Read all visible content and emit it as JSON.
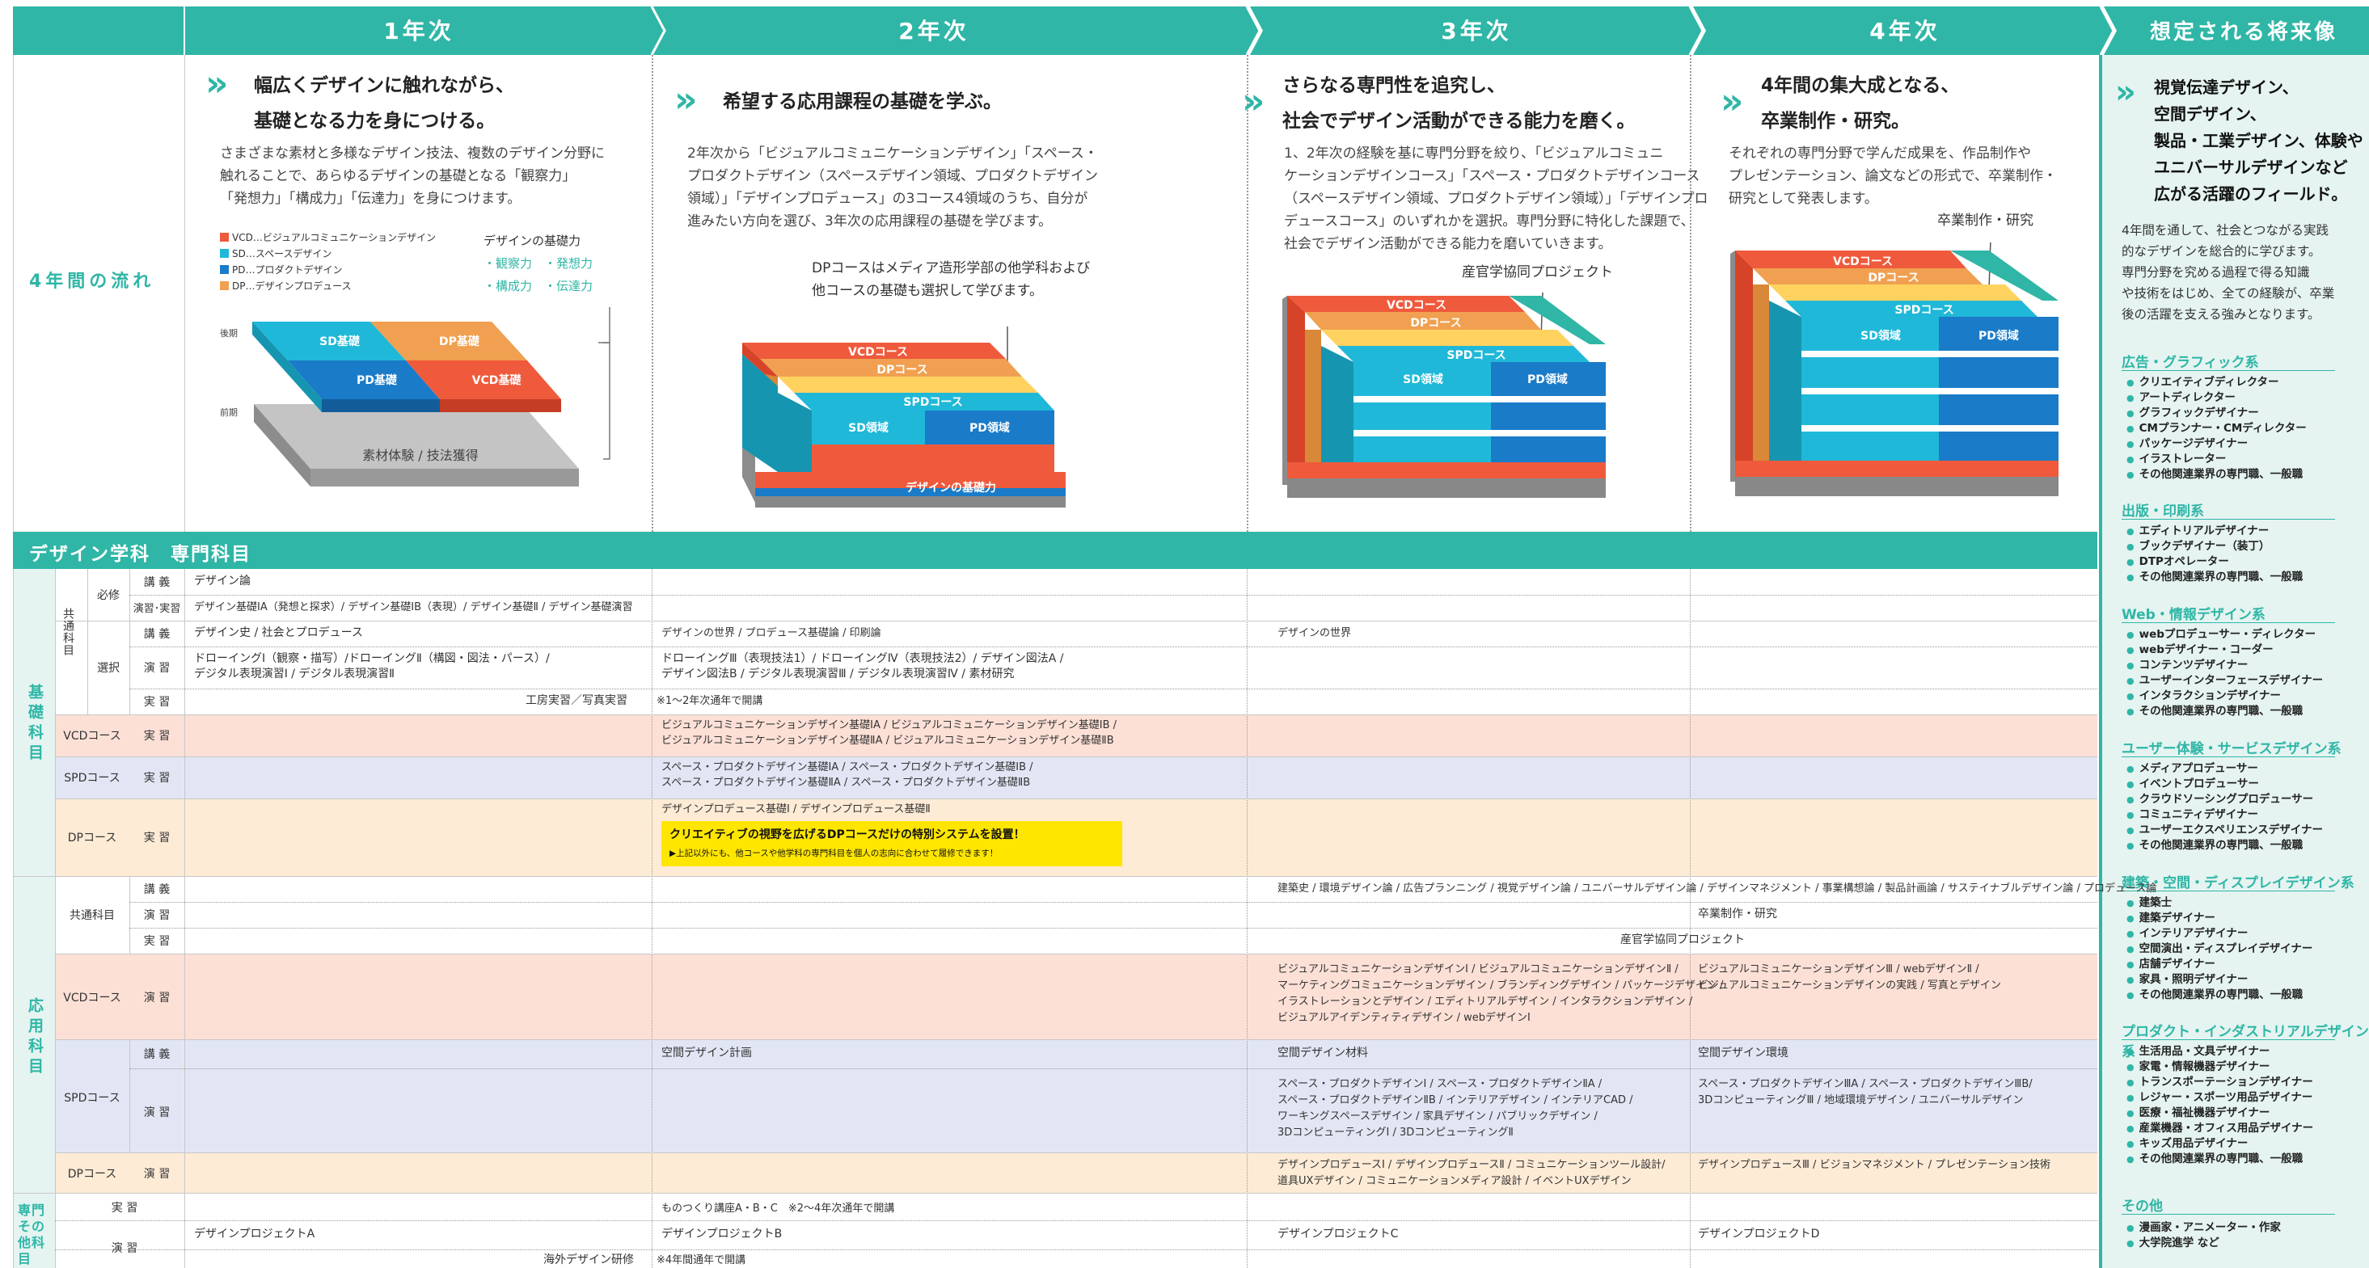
{
  "header": {
    "years": [
      "1年次",
      "2年次",
      "3年次",
      "4年次"
    ],
    "future": "想定される将来像"
  },
  "flow_title": "4年間の流れ",
  "y1": {
    "title1": "幅広くデザインに触れながら、",
    "title2": "基礎となる力を身につける。",
    "text": [
      "さまざまな素材と多様なデザイン技法、複数のデザイン分野に",
      "触れることで、あらゆるデザインの基礎となる「観察力」",
      "「発想力」「構成力」「伝達力」を身につけます。"
    ],
    "legend": [
      "VCD…ビジュアルコミュニケーションデザイン",
      "SD…スペースデザイン",
      "PD…プロダクトデザイン",
      "DP…デザインプロデュース"
    ],
    "basics_title": "デザインの基礎力",
    "basics_r1": "・観察力　・発想力",
    "basics_r2": "・構成力　・伝達力",
    "late": "後期",
    "early": "前期",
    "blocks": [
      "SD基礎",
      "DP基礎",
      "PD基礎",
      "VCD基礎"
    ],
    "base": "素材体験 / 技法獲得"
  },
  "y2": {
    "title": "希望する応用課程の基礎を学ぶ。",
    "text": [
      "2年次から「ビジュアルコミュニケーションデザイン」「スペース・",
      "プロダクトデザイン（スペースデザイン領域、プロダクトデザイン",
      "領域）」「デザインプロデュース」の3コース4領域のうち、自分が",
      "進みたい方向を選び、3年次の応用課程の基礎を学びます。"
    ],
    "note1": "DPコースはメディア造形学部の他学科および",
    "note2": "他コースの基礎も選択して学びます。",
    "blocks": [
      "VCDコース",
      "DPコース",
      "SPDコース",
      "SD領域",
      "PD領域",
      "デザインの基礎力"
    ]
  },
  "y3": {
    "title1": "さらなる専門性を追究し、",
    "title2": "社会でデザイン活動ができる能力を磨く。",
    "text": [
      "1、2年次の経験を基に専門分野を絞り、「ビジュアルコミュニ",
      "ケーションデザインコース」「スペース・プロダクトデザインコース",
      "（スペースデザイン領域、プロダクトデザイン領域）」「デザインプロ",
      "デュースコース」のいずれかを選択。専門分野に特化した課題で、",
      "社会でデザイン活動ができる能力を磨いていきます。"
    ],
    "note": "産官学協同プロジェクト",
    "blocks": [
      "VCDコース",
      "DPコース",
      "SPDコース",
      "SD領域",
      "PD領域"
    ]
  },
  "y4": {
    "title1": "4年間の集大成となる、",
    "title2": "卒業制作・研究。",
    "text": [
      "それぞれの専門分野で学んだ成果を、作品制作や",
      "プレゼンテーション、論文などの形式で、卒業制作・",
      "研究として発表します。"
    ],
    "note": "卒業制作・研究",
    "blocks": [
      "VCDコース",
      "DPコース",
      "SPDコース",
      "SD領域",
      "PD領域"
    ]
  },
  "future": {
    "title": [
      "視覚伝達デザイン、",
      "空間デザイン、",
      "製品・工業デザイン、体験や",
      "ユニバーサルデザインなど",
      "広がる活躍のフィールド。"
    ],
    "text": [
      "4年間を通して、社会とつながる実践",
      "的なデザインを総合的に学びます。",
      "専門分野を究める過程で得る知識",
      "や技術をはじめ、全ての経験が、卒業",
      "後の活躍を支える強みとなります。"
    ],
    "categories": [
      {
        "name": "広告・グラフィック系",
        "items": [
          "クリエイティブディレクター",
          "アートディレクター",
          "グラフィックデザイナー",
          "CMプランナー・CMディレクター",
          "パッケージデザイナー",
          "イラストレーター",
          "その他関連業界の専門職、一般職"
        ]
      },
      {
        "name": "出版・印刷系",
        "items": [
          "エディトリアルデザイナー",
          "ブックデザイナー（装丁）",
          "DTPオペレーター",
          "その他関連業界の専門職、一般職"
        ]
      },
      {
        "name": "Web・情報デザイン系",
        "items": [
          "webプロデューサー・ディレクター",
          "webデザイナー・コーダー",
          "コンテンツデザイナー",
          "ユーザーインターフェースデザイナー",
          "インタラクションデザイナー",
          "その他関連業界の専門職、一般職"
        ]
      },
      {
        "name": "ユーザー体験・サービスデザイン系",
        "items": [
          "メディアプロデューサー",
          "イベントプロデューサー",
          "クラウドソーシングプロデューサー",
          "コミュニティデザイナー",
          "ユーザーエクスペリエンスデザイナー",
          "その他関連業界の専門職、一般職"
        ]
      },
      {
        "name": "建築・空間・ディスプレイデザイン系",
        "items": [
          "建築士",
          "建築デザイナー",
          "インテリアデザイナー",
          "空間演出・ディスプレイデザイナー",
          "店舗デザイナー",
          "家具・照明デザイナー",
          "その他関連業界の専門職、一般職"
        ]
      },
      {
        "name": "プロダクト・インダストリアルデザイン系",
        "items": [
          "生活用品・文具デザイナー",
          "家電・情報機器デザイナー",
          "トランスポーテーションデザイナー",
          "レジャー・スポーツ用品デザイナー",
          "医療・福祉機器デザイナー",
          "産業機器・オフィス用品デザイナー",
          "キッズ用品デザイナー",
          "その他関連業界の専門職、一般職"
        ]
      },
      {
        "name": "その他",
        "items": [
          "漫画家・アニメーター・作家",
          "大学院進学 など"
        ]
      }
    ]
  },
  "table": {
    "title": "デザイン学科　専門科目",
    "kiso": "基礎科目",
    "kyotsu": "共通科目",
    "hisshu": "必修",
    "sentaku": "選択",
    "ouyou": "応用科目",
    "senmon": "専門その他科目",
    "types": {
      "kogi": "講 義",
      "ensyu": "演 習",
      "jisshu": "実 習",
      "ensyu_jisshu": "演習･実習"
    },
    "vcd": "VCDコース",
    "spd": "SPDコース",
    "dp": "DPコース",
    "common": "共通科目",
    "r1_y1": "デザイン論",
    "r2_y1": "デザイン基礎ⅠA（発想と探求）/ デザイン基礎ⅠB（表現）/ デザイン基礎Ⅱ / デザイン基礎演習",
    "r3_y1": "デザイン史 / 社会とプロデュース",
    "r3_y2": "デザインの世界 / プロデュース基礎論 / 印刷論",
    "r3_y3": "デザインの世界",
    "r4_y1a": "ドローイングⅠ（観察・描写）/ドローイングⅡ（構図・図法・パース）/",
    "r4_y1b": "デジタル表現演習Ⅰ / デジタル表現演習Ⅱ",
    "r4_y2a": "ドローイングⅢ（表現技法1）/ ドローイングⅣ（表現技法2）/ デザイン図法A /",
    "r4_y2b": "デザイン図法B / デジタル表現演習Ⅲ / デジタル表現演習Ⅳ / 素材研究",
    "r5_a": "工房実習／写真実習",
    "r5_b": "※1〜2年次通年で開講",
    "vcd_b1": "ビジュアルコミュニケーションデザイン基礎ⅠA / ビジュアルコミュニケーションデザイン基礎ⅠB /",
    "vcd_b2": "ビジュアルコミュニケーションデザイン基礎ⅡA / ビジュアルコミュニケーションデザイン基礎ⅡB",
    "spd_b1": "スペース・プロダクトデザイン基礎ⅠA / スペース・プロダクトデザイン基礎ⅠB /",
    "spd_b2": "スペース・プロダクトデザイン基礎ⅡA / スペース・プロダクトデザイン基礎ⅡB",
    "dp_b1": "デザインプロデュース基礎Ⅰ / デザインプロデュース基礎Ⅱ",
    "dp_banner1": "クリエイティブの視野を広げるDPコースだけの特別システムを設置！",
    "dp_banner2": "▶上記以外にも、他コースや他学科の専門科目を個人の志向に合わせて履修できます！",
    "ac_lecture": "建築史 / 環境デザイン論 / 広告プランニング / 視覚デザイン論 / ユニバーサルデザイン論 / デザインマネジメント / 事業構想論 / 製品計画論 / サステイナブルデザイン論 / プロデュース論",
    "ac_ensyu": "卒業制作・研究",
    "ac_jisshu": "産官学協同プロジェクト",
    "avcd_y3": [
      "ビジュアルコミュニケーションデザインⅠ / ビジュアルコミュニケーションデザインⅡ /",
      "マーケティングコミュニケーションデザイン / ブランディングデザイン / パッケージデザイン /",
      "イラストレーションとデザイン / エディトリアルデザイン / インタラクションデザイン /",
      "ビジュアルアイデンティティデザイン / webデザインⅠ"
    ],
    "avcd_y4": [
      "ビジュアルコミュニケーションデザインⅢ / webデザインⅡ /",
      "ビジュアルコミュニケーションデザインの実践 / 写真とデザイン"
    ],
    "aspd_l_y2": "空間デザイン計画",
    "aspd_l_y3": "空間デザイン材料",
    "aspd_l_y4": "空間デザイン環境",
    "aspd_e_y3": [
      "スペース・プロダクトデザインⅠ / スペース・プロダクトデザインⅡA /",
      "スペース・プロダクトデザインⅡB / インテリアデザイン / インテリアCAD /",
      "ワーキングスペースデザイン / 家具デザイン / パブリックデザイン /",
      "3DコンピューティングⅠ / 3DコンピューティングⅡ"
    ],
    "aspd_e_y4": [
      "スペース・プロダクトデザインⅢA / スペース・プロダクトデザインⅢB/",
      "3DコンピューティングⅢ / 地域環境デザイン / ユニバーサルデザイン"
    ],
    "adp_y3": [
      "デザインプロデュースⅠ / デザインプロデュースⅡ / コミュニケーションツール設計/",
      "道具UXデザイン / コミュニケーションメディア設計 / イベントUXデザイン"
    ],
    "adp_y4": "デザインプロデュースⅢ / ビジョンマネジメント / プレゼンテーション技術",
    "s_jisshu": "ものつくり講座A・B・C　※2〜4年次通年で開講",
    "s_e_y1": "デザインプロジェクトA",
    "s_e_y2": "デザインプロジェクトB",
    "s_e_y3": "デザインプロジェクトC",
    "s_e_y4": "デザインプロジェクトD",
    "s_e2_a": "海外デザイン研修",
    "s_e2_b": "※4年間通年で開講"
  },
  "colors": {
    "teal": "#2fb6a6",
    "vcd": "#ef5a3c",
    "dp": "#f0a050",
    "sd": "#20b8d8",
    "pd": "#1a7bc8",
    "vcd_row": "#fce0d6",
    "spd_row": "#e2e6f4",
    "dp_row": "#fdebd6",
    "banner": "#ffe600"
  }
}
